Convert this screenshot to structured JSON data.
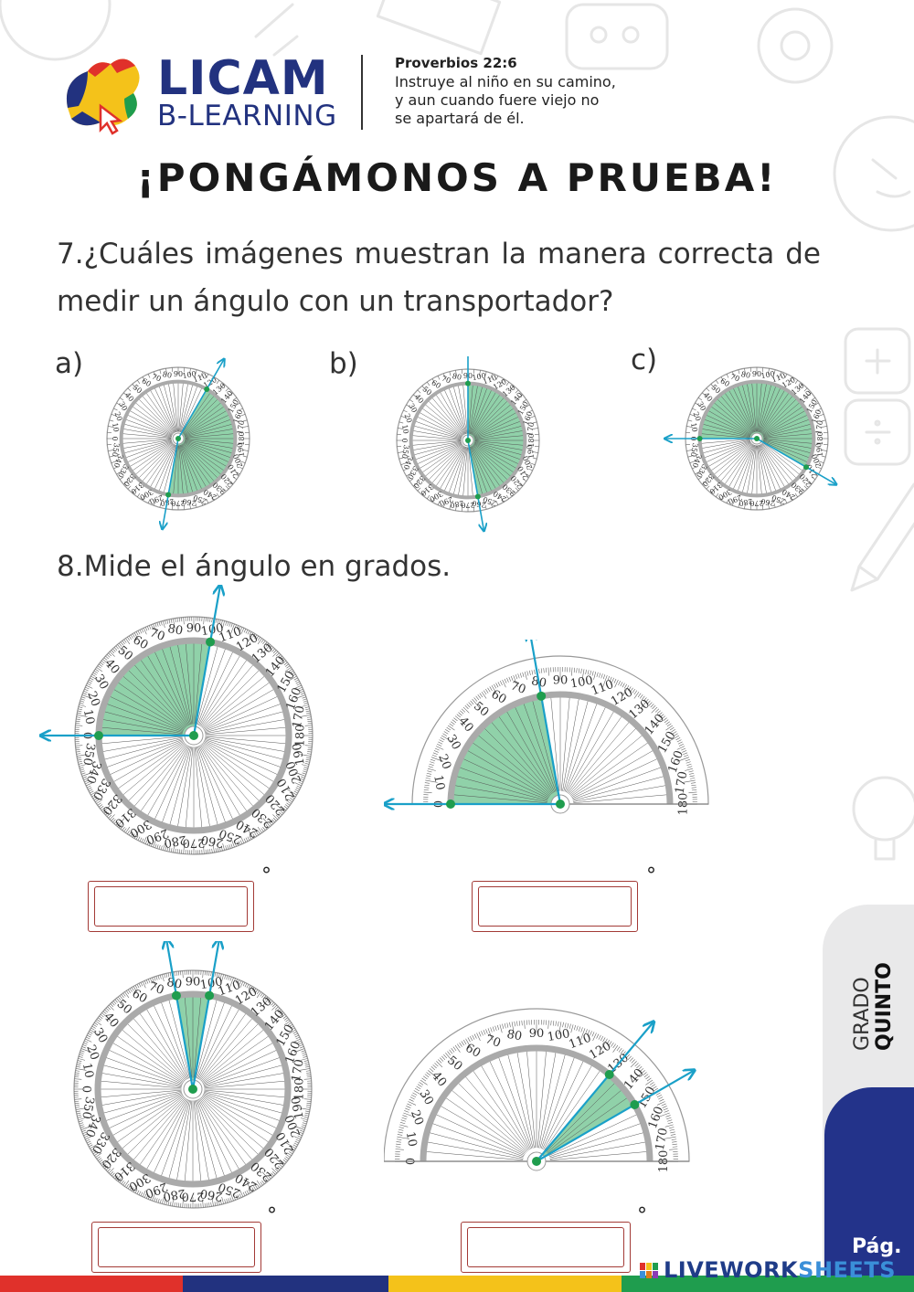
{
  "header": {
    "brand_name": "LICAM",
    "brand_sub": "B-LEARNING",
    "verse_ref": "Proverbios 22:6",
    "verse_text": "Instruye al niño en su camino,\ny aun cuando fuere viejo no\nse apartará de él."
  },
  "title": "¡PONGÁMONOS A PRUEBA!",
  "question7": {
    "text": "7.¿Cuáles imágenes muestran la manera correcta de medir un ángulo con un transportador?",
    "options": [
      {
        "label": "a)",
        "ray1_deg": 120,
        "ray2_deg": 280
      },
      {
        "label": "b)",
        "ray1_deg": 90,
        "ray2_deg": 260
      },
      {
        "label": "c)",
        "ray1_deg": 0,
        "ray2_deg": 210
      }
    ]
  },
  "question8": {
    "text": "8.Mide el ángulo en grados.",
    "figures": [
      {
        "type": "full",
        "ray1_deg": 0,
        "ray2_deg": 100
      },
      {
        "type": "half",
        "ray1_deg": 0,
        "ray2_deg": 80
      },
      {
        "type": "full",
        "ray1_deg": 80,
        "ray2_deg": 100
      },
      {
        "type": "half",
        "ray1_deg": 130,
        "ray2_deg": 150
      }
    ],
    "degree_symbol": "°"
  },
  "colors": {
    "navy": "#22327f",
    "fill": "#7cc99a",
    "ray": "#1aa0c8",
    "dot": "#1f9d4e",
    "box": "#a33a36"
  },
  "side_tab": {
    "line1": "GRADO",
    "line2": "QUINTO",
    "page_label": "Pág."
  },
  "footer": {
    "brand_part1": "LIVEWORK",
    "brand_part2": "SHEETS"
  }
}
